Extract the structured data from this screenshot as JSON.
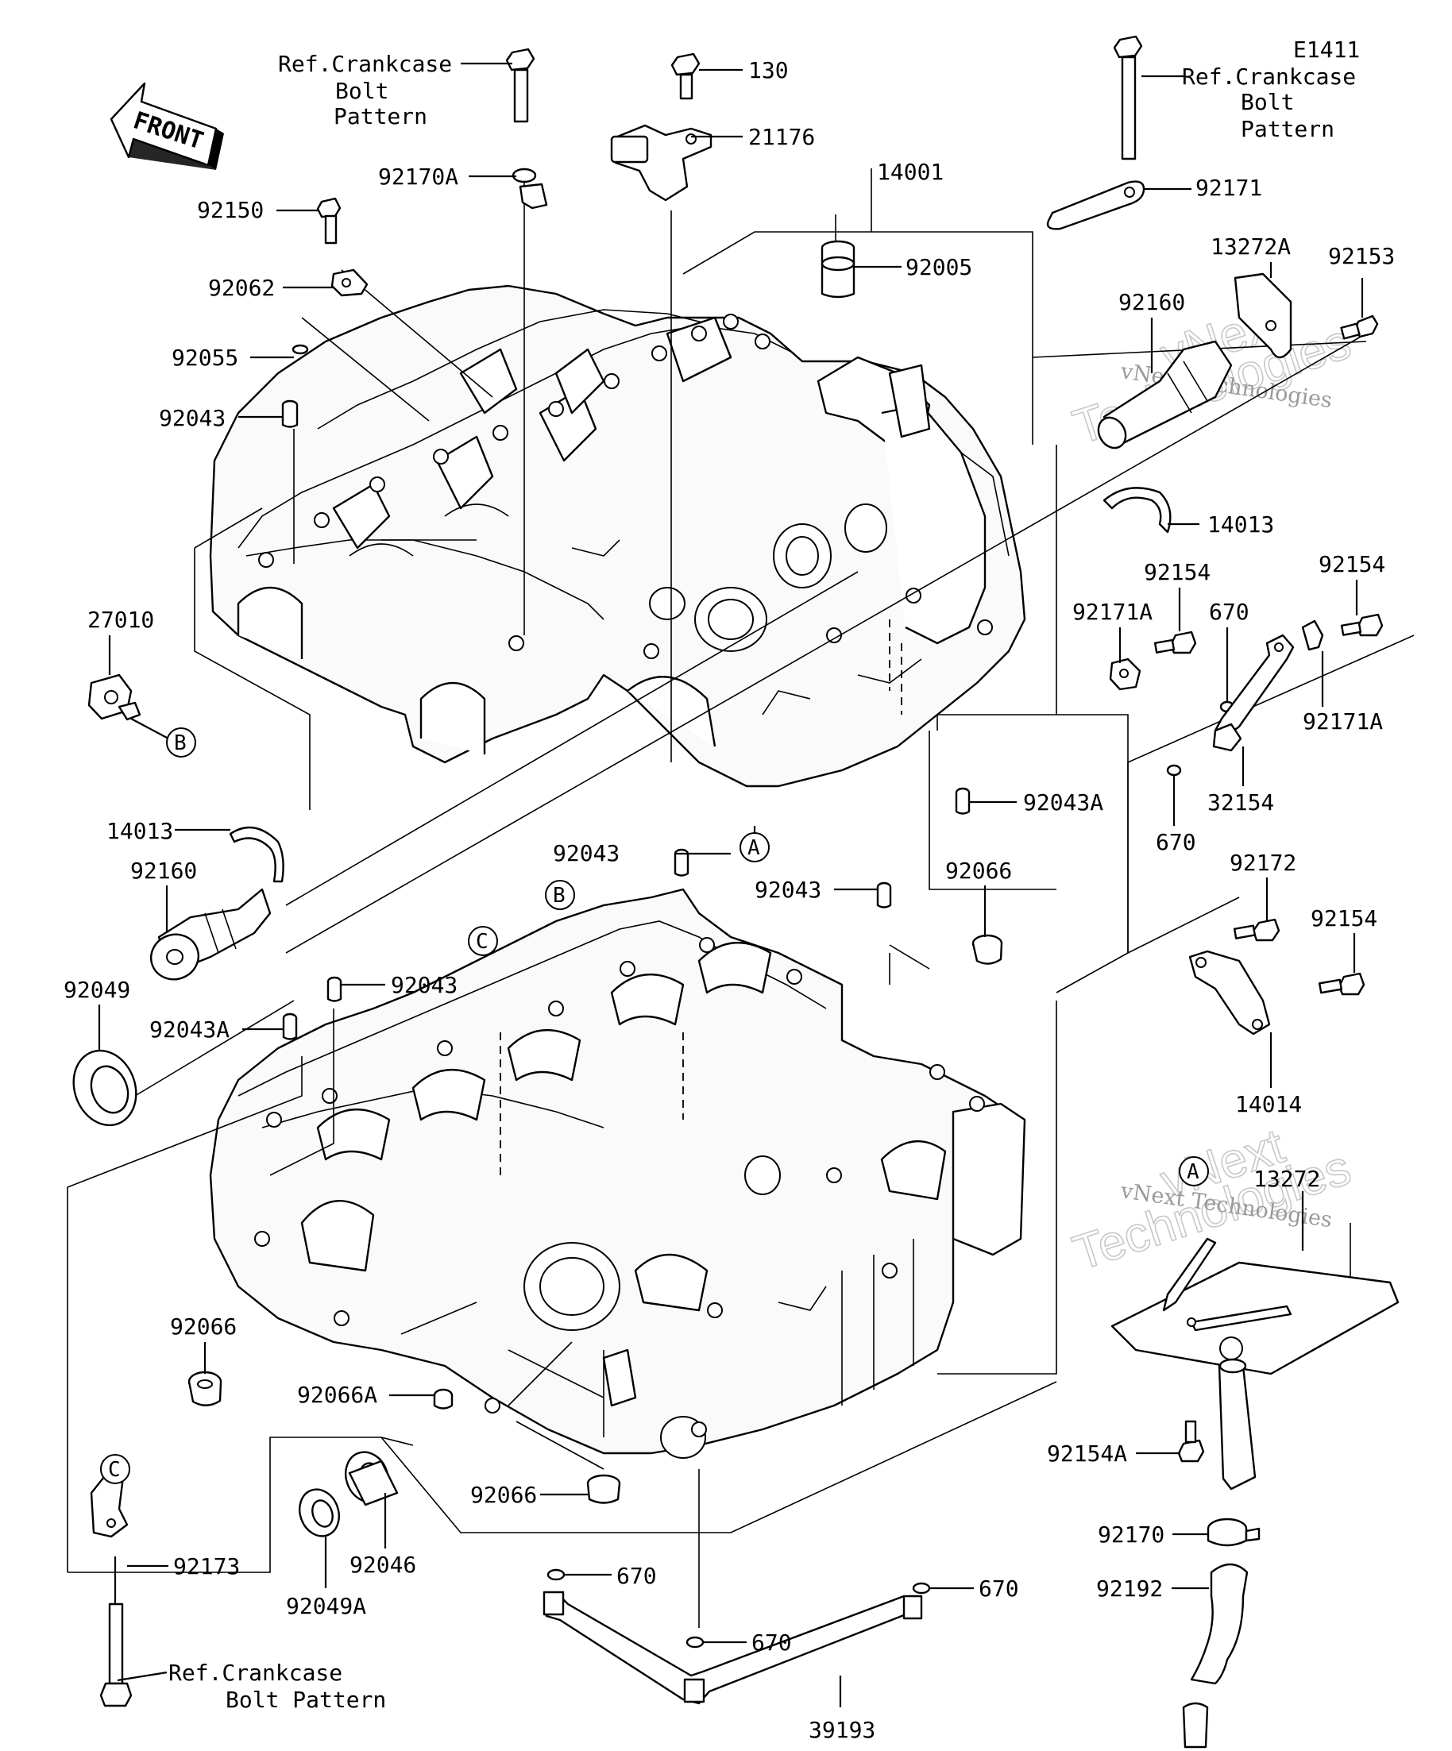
{
  "diagram_id": "E1411",
  "front_label": "FRONT",
  "watermark": {
    "line1": "vNext",
    "line2": "Technologies",
    "small": "vNext Technologies"
  },
  "refs": {
    "ref_top_left": [
      "Ref.Crankcase",
      "Bolt",
      "Pattern"
    ],
    "ref_top_right": [
      "Ref.Crankcase",
      "Bolt",
      "Pattern"
    ],
    "ref_bottom": [
      "Ref.Crankcase",
      "Bolt Pattern"
    ]
  },
  "markers": {
    "a": "A",
    "b": "B",
    "c": "C"
  },
  "parts": {
    "p130": "130",
    "p21176": "21176",
    "p92170A": "92170A",
    "p14001": "14001",
    "p92171": "92171",
    "p92150": "92150",
    "p92005": "92005",
    "p13272A": "13272A",
    "p92153": "92153",
    "p92062": "92062",
    "p92160_top": "92160",
    "p92055": "92055",
    "p92043_tl": "92043",
    "p14013_right": "14013",
    "p92154_a": "92154",
    "p92154_b": "92154",
    "p92171A_a": "92171A",
    "p670_a": "670",
    "p92171A_b": "92171A",
    "p27010": "27010",
    "p32154": "32154",
    "p92043A_r": "92043A",
    "p670_b": "670",
    "p14013_left": "14013",
    "p92172": "92172",
    "p92160_left": "92160",
    "p92043_mid": "92043",
    "p92066_top": "92066",
    "p92043_mid2": "92043",
    "p92154_c": "92154",
    "p92049": "92049",
    "p92043_low": "92043",
    "p92043A_l": "92043A",
    "p14014": "14014",
    "p13272": "13272",
    "p92066_left": "92066",
    "p92066A": "92066A",
    "p92154A": "92154A",
    "p92066_bot": "92066",
    "p92170": "92170",
    "p92173": "92173",
    "p92046": "92046",
    "p92049A": "92049A",
    "p670_c": "670",
    "p670_d": "670",
    "p92192": "92192",
    "p670_e": "670",
    "p39193": "39193"
  }
}
